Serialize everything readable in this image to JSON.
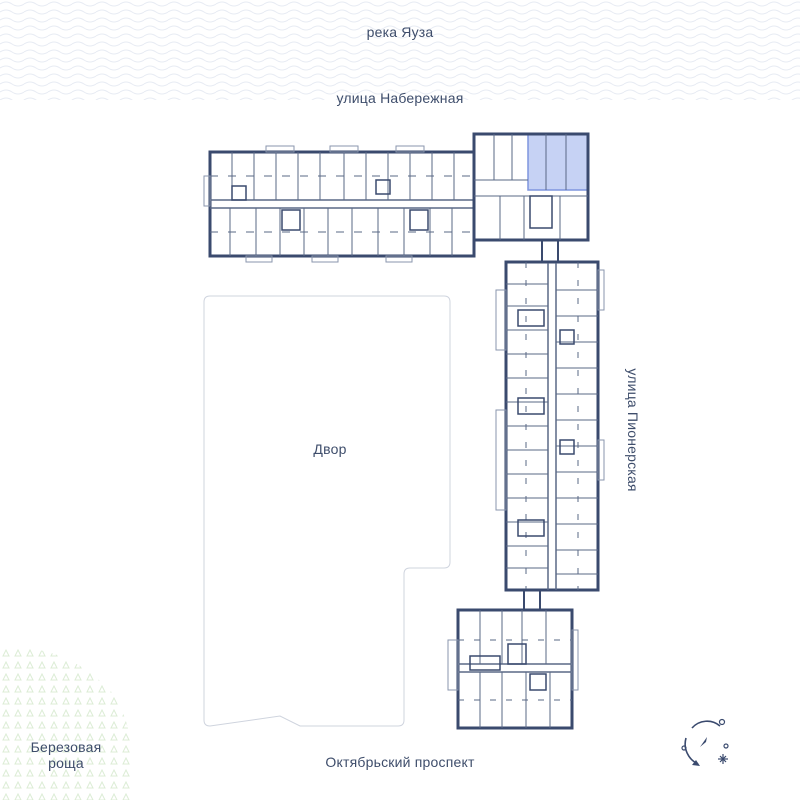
{
  "labels": {
    "river": "река Яуза",
    "north_street": "улица Набережная",
    "east_street": "улица Пионерская",
    "south_street": "Октябрьский проспект",
    "yard": "Двор",
    "grove_line1": "Березовая",
    "grove_line2": "роща"
  },
  "colors": {
    "text": "#3e4d6b",
    "wall": "#3a4a6e",
    "thin_line": "#5a6886",
    "highlight_fill": "#c6d2f4",
    "highlight_stroke": "#7f95de",
    "water_wave": "#e7ebf3",
    "grove_dot": "#dcecd5",
    "yard_outline": "#cfd4de"
  },
  "highlight": {
    "label": "selected-apartment"
  },
  "icons": {
    "compass": "compass-rose-icon"
  }
}
